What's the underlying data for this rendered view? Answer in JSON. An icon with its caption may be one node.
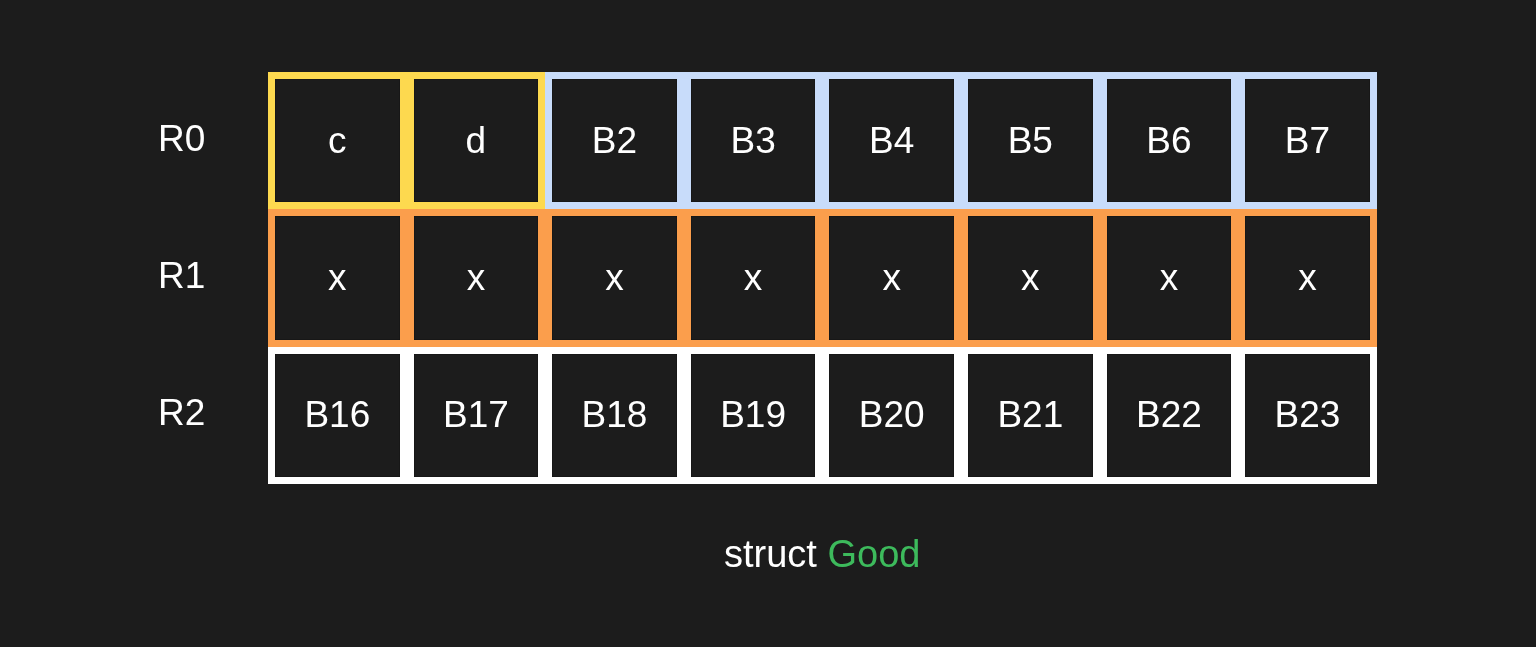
{
  "diagram": {
    "caption": "struct Good",
    "nodes": [
      {
        "text": [
          "c"
        ]
      },
      {
        "text": [
          "d"
        ]
      },
      {
        "text": [
          "B2"
        ]
      },
      {
        "text": [
          "B3"
        ]
      },
      {
        "text": [
          "B4"
        ]
      },
      {
        "text": [
          "B5"
        ]
      },
      {
        "text": [
          "B6"
        ]
      },
      {
        "text": [
          "B7"
        ]
      },
      {
        "text": [
          "x"
        ]
      },
      {
        "text": [
          "x"
        ]
      },
      {
        "text": [
          "x"
        ]
      },
      {
        "text": [
          "x"
        ]
      },
      {
        "text": [
          "x"
        ]
      },
      {
        "text": [
          "x"
        ]
      },
      {
        "text": [
          "x"
        ]
      },
      {
        "text": [
          "x"
        ]
      },
      {
        "text": [
          "B16"
        ]
      },
      {
        "text": [
          "B17"
        ]
      },
      {
        "text": [
          "B18"
        ]
      },
      {
        "text": [
          "B19"
        ]
      },
      {
        "text": [
          "B20"
        ]
      },
      {
        "text": [
          "B21"
        ]
      },
      {
        "text": [
          "B22"
        ]
      },
      {
        "text": [
          "B23"
        ]
      }
    ],
    "edges": [],
    "labels": [
      "R0",
      "R1",
      "R2"
    ]
  }
}
